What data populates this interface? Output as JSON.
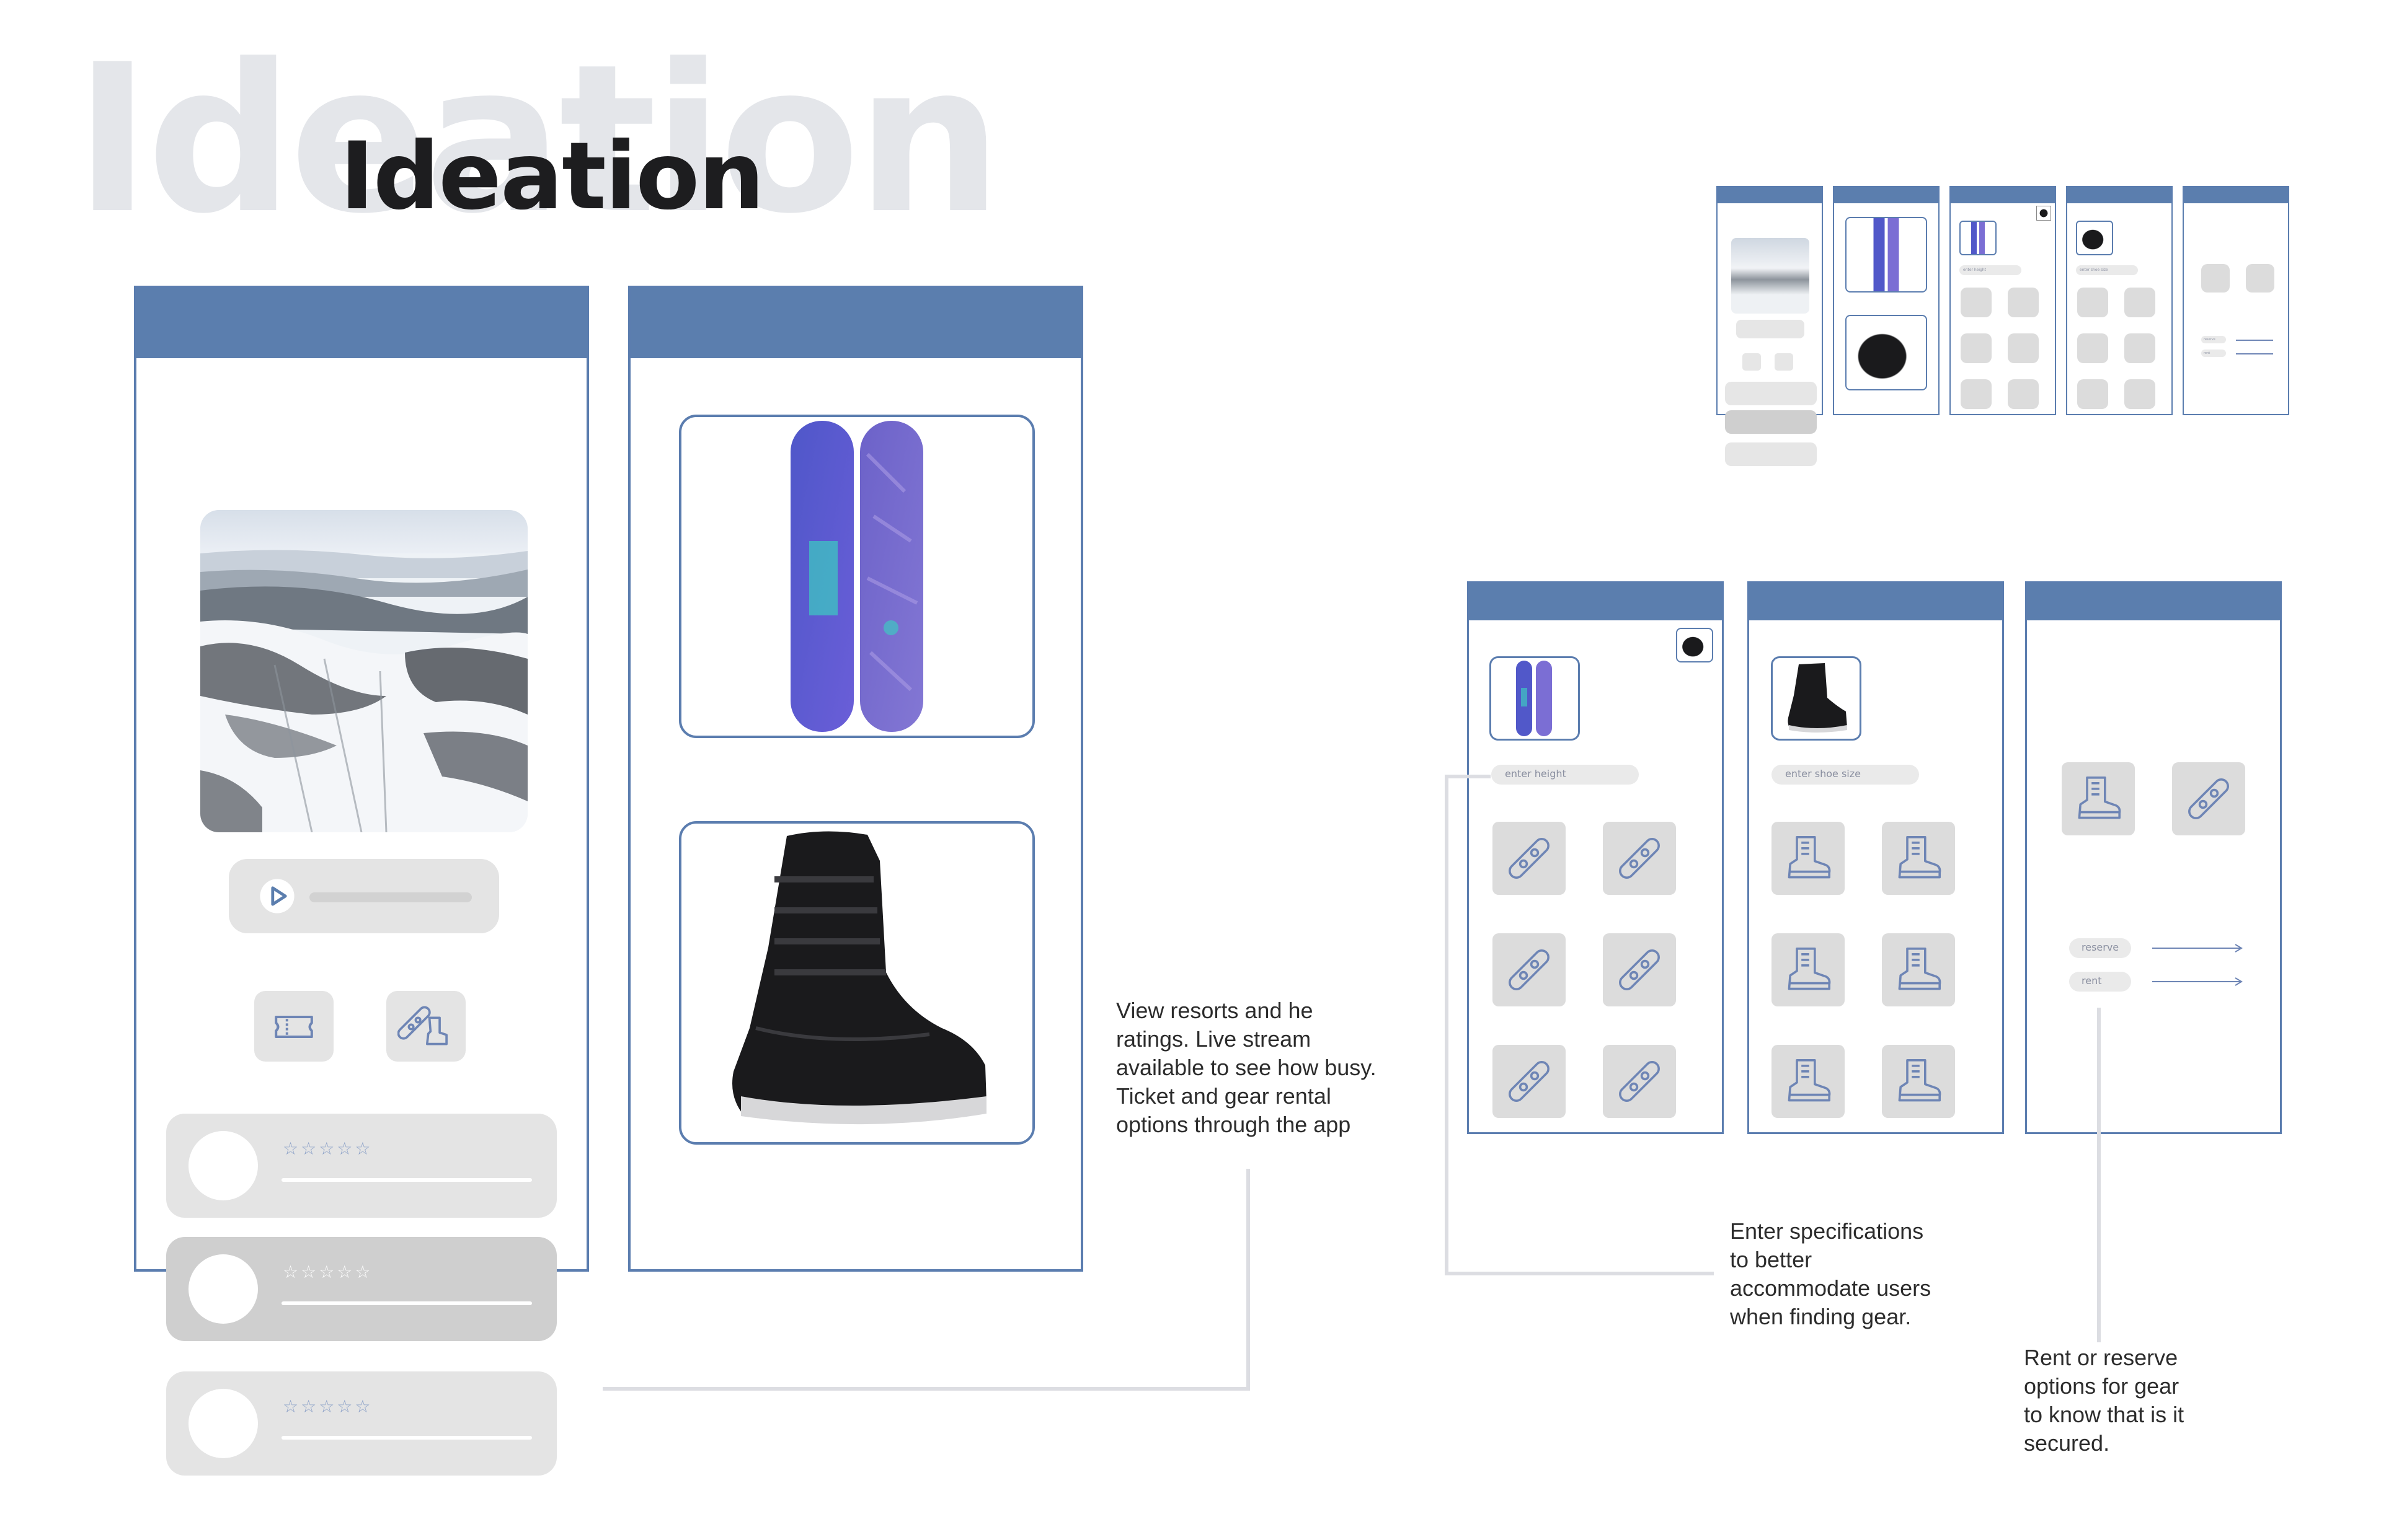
{
  "title": {
    "background_text": "Ideation",
    "foreground_text": "Ideation"
  },
  "colors": {
    "accent": "#5b7eae",
    "card": "#e4e4e4",
    "line": "#dcdde2"
  },
  "screen1": {
    "review_cards": [
      {
        "stars": "☆☆☆☆☆"
      },
      {
        "stars": "☆☆☆☆☆"
      },
      {
        "stars": "☆☆☆☆☆"
      }
    ],
    "icons": [
      "ticket-icon",
      "gear-icon"
    ]
  },
  "captions": {
    "resorts": "View resorts and he\nratings. Live stream\navailable to see how busy.\nTicket and gear rental\noptions through the app",
    "specs": "Enter specifications\nto better\naccommodate users\nwhen finding gear.",
    "rent": "Rent or reserve\noptions for gear\nto know that is it\nsecured."
  },
  "screen3": {
    "height_placeholder": "enter height"
  },
  "screen4": {
    "shoe_placeholder": "enter shoe size"
  },
  "screen5": {
    "reserve_label": "reserve",
    "rent_label": "rent"
  },
  "thumbs": {
    "height_label": "enter height",
    "shoe_label": "enter shoe size",
    "reserve_label": "reserve",
    "rent_label": "rent"
  }
}
